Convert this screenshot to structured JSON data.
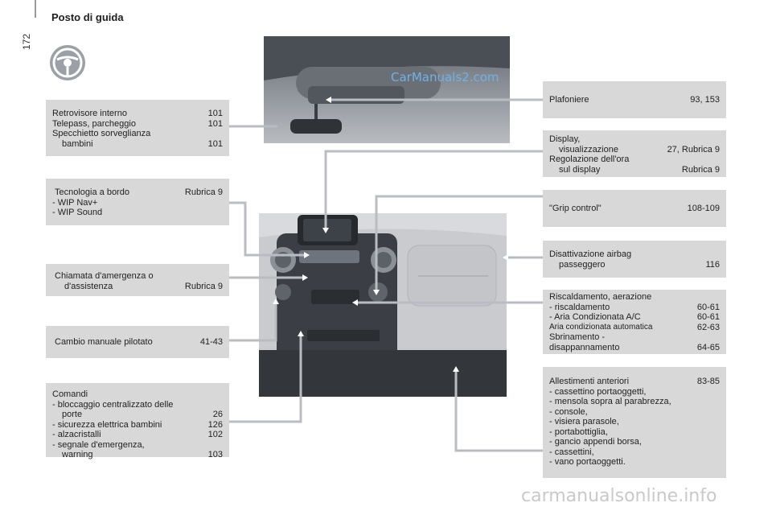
{
  "header": {
    "title": "Posto di guida",
    "page_number": "172"
  },
  "watermarks": {
    "photo": "CarManuals2.com",
    "bottom": "carmanualsonline.info"
  },
  "left_boxes": {
    "retrovisore": {
      "r1": {
        "label": "Retrovisore interno",
        "page": "101"
      },
      "r2": {
        "label": "Telepass, parcheggio",
        "page": "101"
      },
      "r3a": "Specchietto sorveglianza",
      "r3b": {
        "label": "bambini",
        "page": "101"
      }
    },
    "tecnologia": {
      "r1": {
        "label": "Tecnologia a bordo",
        "page": "Rubrica 9"
      },
      "i1": "-  WIP Nav+",
      "i2": "-  WIP Sound"
    },
    "chiamata": {
      "r1": "Chiamata d'amergenza o",
      "r2": {
        "label": "d'assistenza",
        "page": "Rubrica 9"
      }
    },
    "cambio": {
      "r1": {
        "label": "Cambio manuale pilotato",
        "page": "41-43"
      }
    },
    "comandi": {
      "title": "Comandi",
      "i1": "-  bloccaggio centralizzato delle",
      "i1b": {
        "label": "porte",
        "page": "26"
      },
      "i2": {
        "label": "-  sicurezza elettrica bambini",
        "page": "126"
      },
      "i3": {
        "label": "-  alzacristalli",
        "page": "102"
      },
      "i4": "-  segnale d'emergenza,",
      "i4b": {
        "label": "warning",
        "page": "103"
      }
    }
  },
  "right_boxes": {
    "plafoniere": {
      "r1": {
        "label": "Plafoniere",
        "page": "93, 153"
      }
    },
    "display": {
      "r1": "Display,",
      "r2": {
        "label": "visualizzazione",
        "page": "27, Rubrica 9"
      },
      "r3": "Regolazione dell'ora",
      "r4": {
        "label": "sul display",
        "page": "Rubrica 9"
      }
    },
    "grip": {
      "r1": {
        "label": "\"Grip control\"",
        "page": "108-109"
      }
    },
    "airbag": {
      "r1": "Disattivazione airbag",
      "r2": {
        "label": "passeggero",
        "page": "116"
      }
    },
    "riscaldamento": {
      "r1": "Riscaldamento, aerazione",
      "r2": {
        "label": "-  riscaldamento",
        "page": "60-61"
      },
      "r3": {
        "label": "-  Aria Condizionata A/C",
        "page": "60-61"
      },
      "r4": {
        "label": "Aria condizionata automatica",
        "page": "62-63"
      },
      "r5": "Sbrinamento -",
      "r6": {
        "label": "disappannamento",
        "page": "64-65"
      }
    },
    "allestimenti": {
      "r1": {
        "label": "Allestimenti anteriori",
        "page": "83-85"
      },
      "i1": "-  cassettino portaoggetti,",
      "i2": "-  mensola sopra al parabrezza,",
      "i3": "-  console,",
      "i4": "-  visiera parasole,",
      "i5": "-  portabottiglia,",
      "i6": "-  gancio appendi borsa,",
      "i7": "-  cassettini,",
      "i8": "-  vano portaoggetti."
    }
  },
  "colors": {
    "box_bg": "#d8d8d9",
    "line": "#b9bcc2",
    "watermark": "#6fb2e6"
  }
}
